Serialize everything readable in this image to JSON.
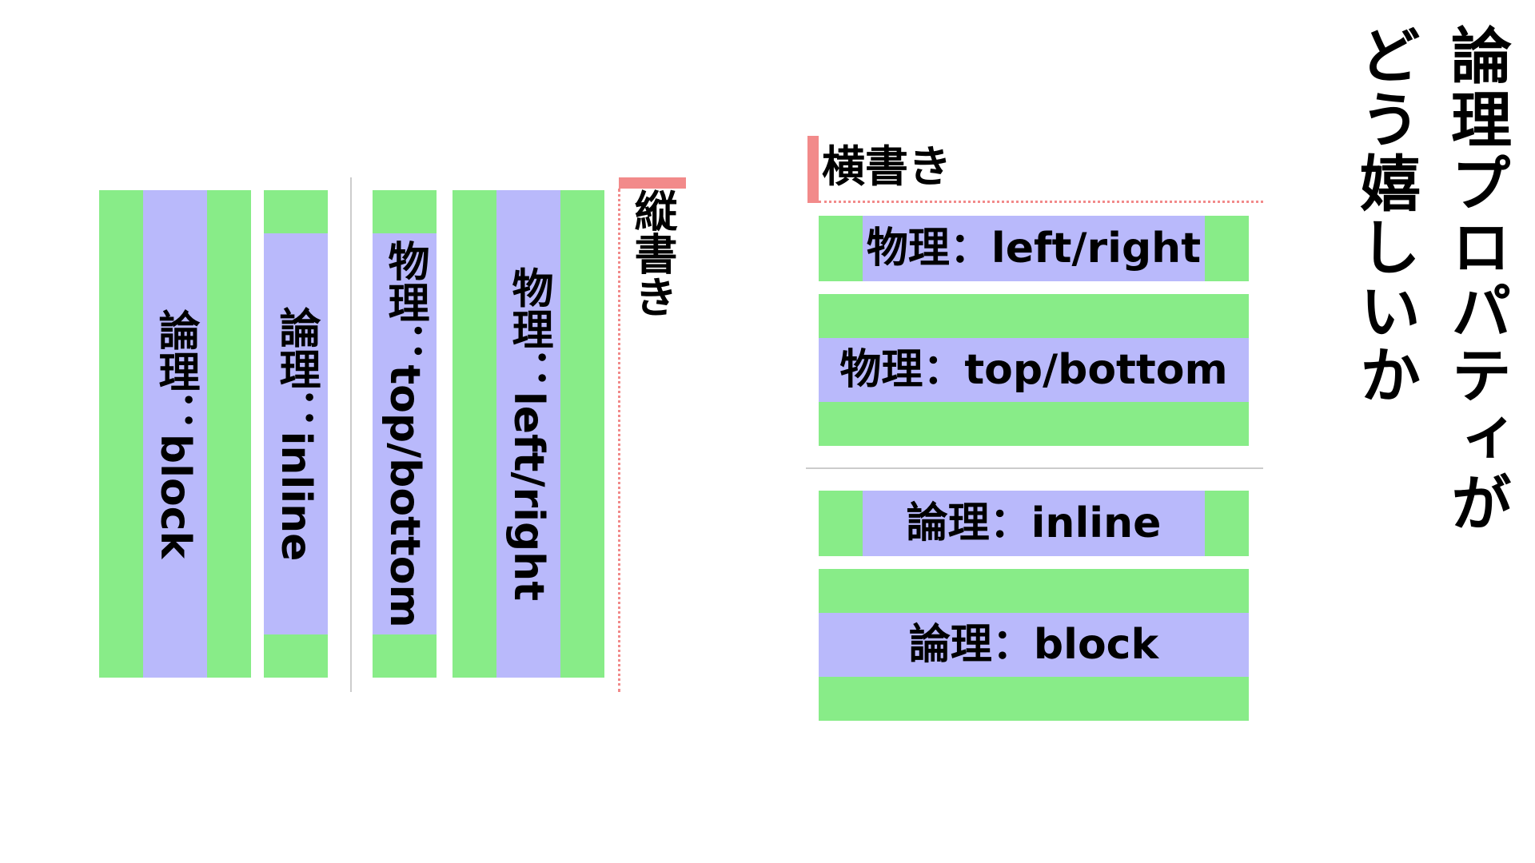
{
  "title": {
    "line1": "論理プロパティが",
    "line2": "どう嬉しいか"
  },
  "vertical_section": {
    "heading": "縦書き",
    "boxes": {
      "logical_block": "論理：block",
      "logical_inline": "論理：inline",
      "physical_top_bottom": "物理：top/bottom",
      "physical_left_right": "物理：left/right"
    }
  },
  "horizontal_section": {
    "heading": "横書き",
    "boxes": {
      "physical_left_right": "物理：left/right",
      "physical_top_bottom": "物理：top/bottom",
      "logical_inline": "論理：inline",
      "logical_block": "論理：block"
    }
  },
  "colors": {
    "margin_green": "#88ec88",
    "content_purple": "#b9b9fb",
    "accent_red": "#f28a8a",
    "divider_gray": "#cccccc"
  }
}
